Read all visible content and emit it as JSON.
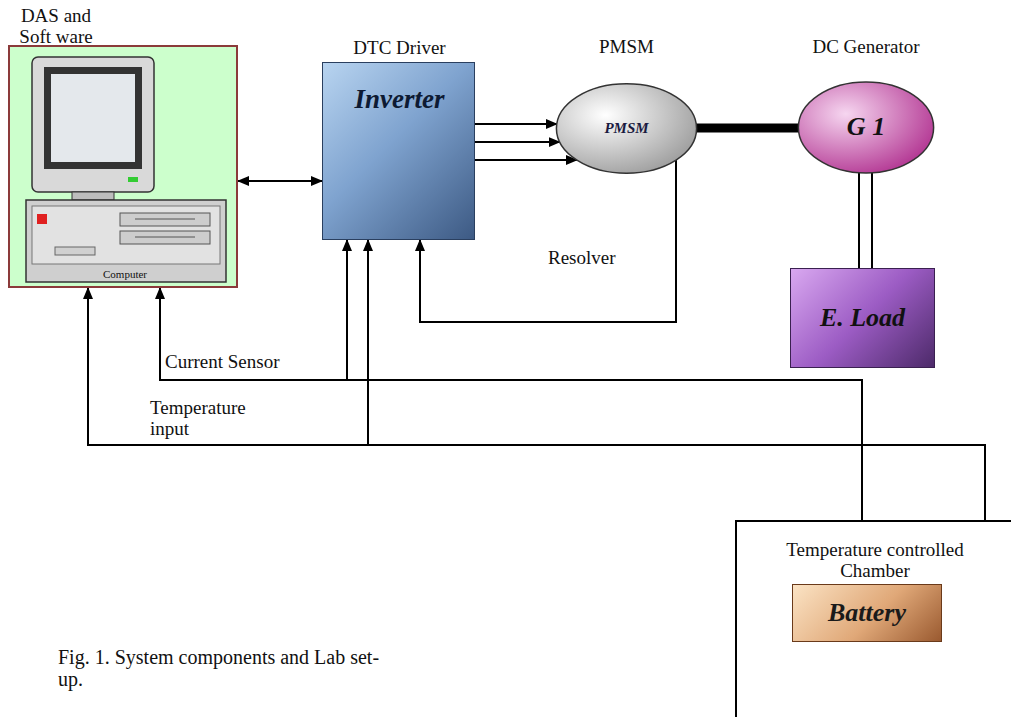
{
  "diagram": {
    "caption": "Fig. 1. System components and Lab set-up.",
    "nodes": [
      {
        "text": [
          "DAS and Soft ware",
          "Computer"
        ]
      },
      {
        "text": [
          "DTC Driver",
          "Inverter"
        ]
      },
      {
        "text": [
          "PMSM",
          "PMSM"
        ]
      },
      {
        "text": [
          "DC Generator",
          "G 1"
        ]
      },
      {
        "text": [
          "E. Load"
        ]
      },
      {
        "text": [
          "Temperature controlled Chamber"
        ]
      },
      {
        "text": [
          "Battery"
        ],
        "in": 5
      }
    ],
    "edges": [
      {
        "from": 0,
        "to": 1,
        "arrow": "both"
      },
      {
        "from": 1,
        "to": 2,
        "arrow": "to"
      },
      {
        "from": 1,
        "to": 2,
        "arrow": "to"
      },
      {
        "from": 1,
        "to": 2,
        "arrow": "to"
      },
      {
        "from": 2,
        "to": 3,
        "arrow": "none"
      },
      {
        "from": 3,
        "to": 4,
        "arrow": "none"
      },
      {
        "from": 3,
        "to": 4,
        "arrow": "none"
      },
      {
        "from": 2,
        "to": 1,
        "label": "Resolver",
        "arrow": "to"
      },
      {
        "from": 5,
        "to": 0,
        "label": "Current Sensor",
        "arrow": "to"
      },
      {
        "from": 5,
        "to": 1,
        "arrow": "to"
      },
      {
        "from": 5,
        "to": 0,
        "label": "Temperature input",
        "arrow": "to"
      },
      {
        "from": 5,
        "to": 1,
        "arrow": "to"
      }
    ]
  }
}
